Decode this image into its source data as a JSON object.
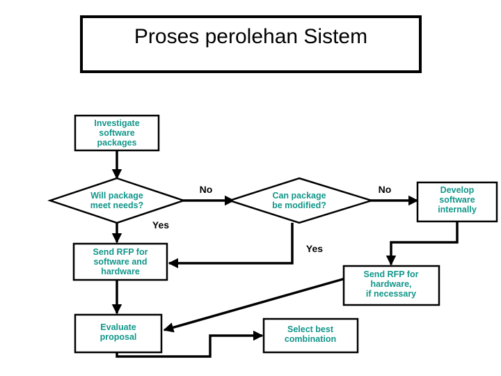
{
  "title": {
    "text": "Proses perolehan Sistem"
  },
  "colors": {
    "node_text": "#11968a",
    "edge": "#000000",
    "node_fill": "#ffffff",
    "border": "#000000",
    "background": "#ffffff"
  },
  "chart_data": {
    "type": "diagram",
    "title": "Proses perolehan Sistem",
    "diagram_kind": "flowchart",
    "nodes": [
      {
        "id": "investigate",
        "shape": "rectangle",
        "lines": [
          "Investigate",
          "software",
          "packages"
        ]
      },
      {
        "id": "will-package-meet-needs",
        "shape": "diamond",
        "lines": [
          "Will package",
          "meet needs?"
        ]
      },
      {
        "id": "can-package-be-modified",
        "shape": "diamond",
        "lines": [
          "Can package",
          "be modified?"
        ]
      },
      {
        "id": "develop-software-internally",
        "shape": "rectangle",
        "lines": [
          "Develop",
          "software",
          "internally"
        ]
      },
      {
        "id": "send-rfp-software-hardware",
        "shape": "rectangle",
        "lines": [
          "Send RFP for",
          "software and",
          "hardware"
        ]
      },
      {
        "id": "send-rfp-hardware",
        "shape": "rectangle",
        "lines": [
          "Send RFP for",
          "hardware,",
          "if necessary"
        ]
      },
      {
        "id": "evaluate-proposal",
        "shape": "rectangle",
        "lines": [
          "Evaluate",
          "proposal"
        ]
      },
      {
        "id": "select-best-combination",
        "shape": "rectangle",
        "lines": [
          "Select best",
          "combination"
        ]
      }
    ],
    "edges": [
      {
        "id": "e1",
        "from": "investigate",
        "to": "will-package-meet-needs",
        "label": ""
      },
      {
        "id": "e2",
        "from": "will-package-meet-needs",
        "to": "can-package-be-modified",
        "label": "No"
      },
      {
        "id": "e3",
        "from": "will-package-meet-needs",
        "to": "send-rfp-software-hardware",
        "label": "Yes"
      },
      {
        "id": "e4",
        "from": "can-package-be-modified",
        "to": "develop-software-internally",
        "label": "No"
      },
      {
        "id": "e5",
        "from": "can-package-be-modified",
        "to": "send-rfp-software-hardware",
        "label": "Yes"
      },
      {
        "id": "e6",
        "from": "develop-software-internally",
        "to": "send-rfp-hardware",
        "label": ""
      },
      {
        "id": "e7",
        "from": "send-rfp-software-hardware",
        "to": "evaluate-proposal",
        "label": ""
      },
      {
        "id": "e8",
        "from": "send-rfp-hardware",
        "to": "evaluate-proposal",
        "label": ""
      },
      {
        "id": "e9",
        "from": "evaluate-proposal",
        "to": "select-best-combination",
        "label": ""
      }
    ],
    "edge_labels": {
      "no_1": "No",
      "yes_1": "Yes",
      "no_2": "No",
      "yes_2": "Yes"
    }
  }
}
